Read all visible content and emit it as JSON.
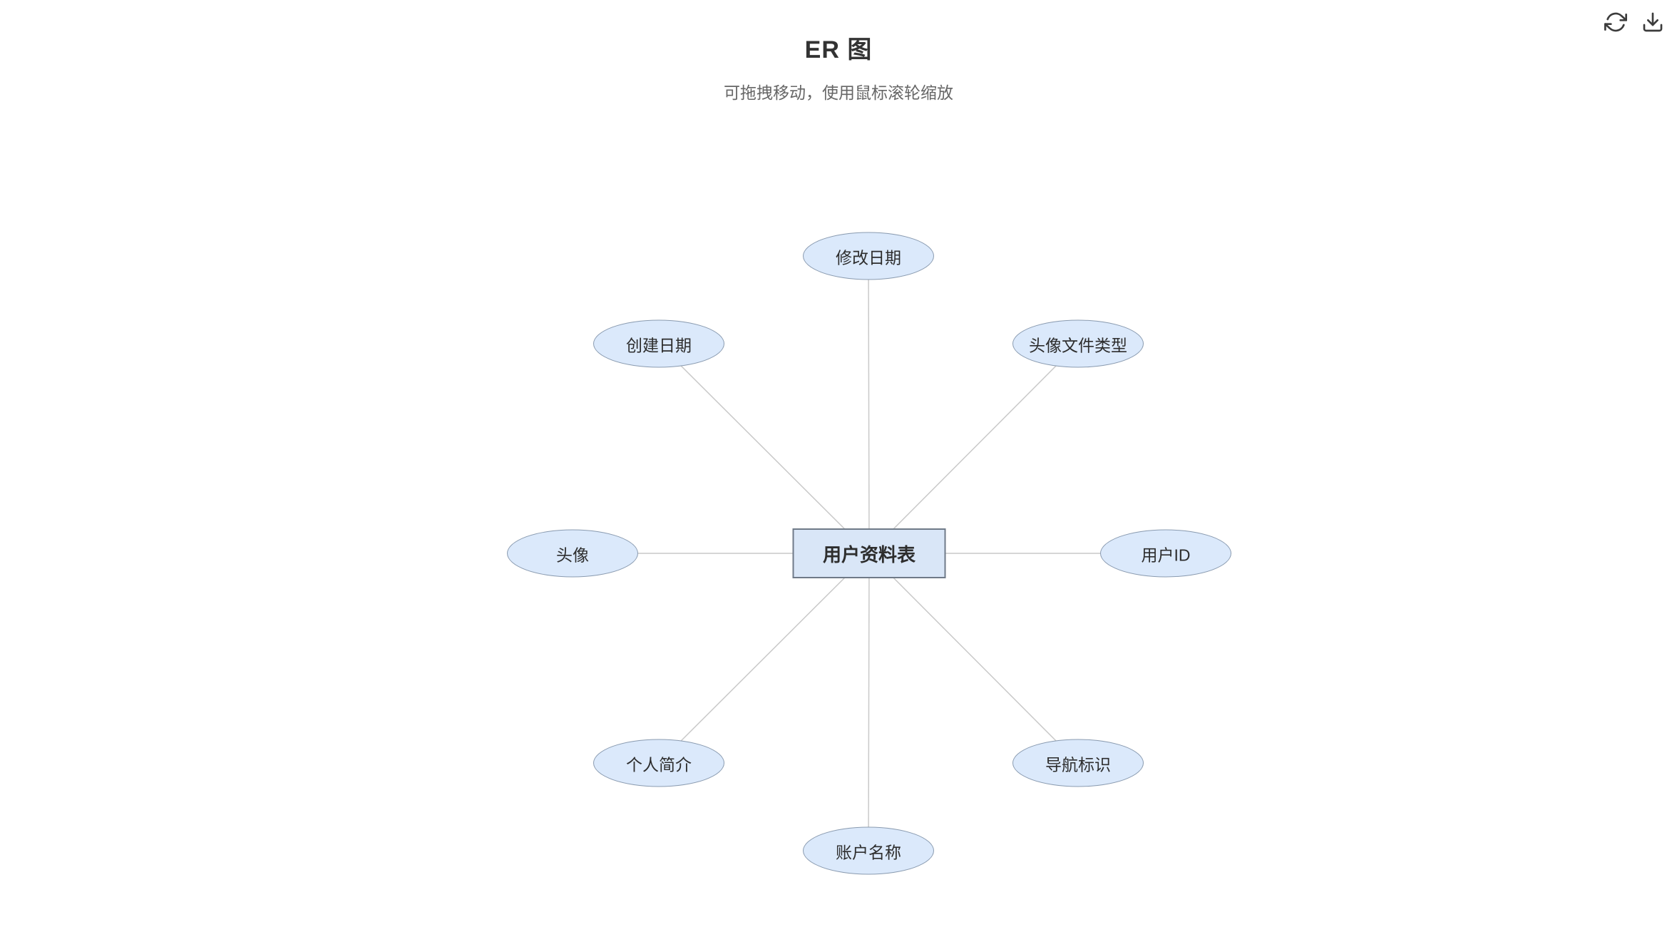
{
  "header": {
    "title": "ER 图",
    "subtitle": "可拖拽移动，使用鼠标滚轮缩放"
  },
  "toolbar": {
    "refresh_icon": "refresh-icon",
    "download_icon": "download-icon"
  },
  "diagram": {
    "entity": {
      "label": "用户资料表"
    },
    "attributes": [
      {
        "id": "modified-date",
        "label": "修改日期"
      },
      {
        "id": "avatar-file-type",
        "label": "头像文件类型"
      },
      {
        "id": "user-id",
        "label": "用户ID"
      },
      {
        "id": "nav-id",
        "label": "导航标识"
      },
      {
        "id": "account-name",
        "label": "账户名称"
      },
      {
        "id": "bio",
        "label": "个人简介"
      },
      {
        "id": "avatar",
        "label": "头像"
      },
      {
        "id": "create-date",
        "label": "创建日期"
      }
    ],
    "colors": {
      "node_fill": "#dbe9fb",
      "node_stroke": "#8a9bb0",
      "entity_fill": "#d9e6f7",
      "entity_stroke": "#6f7a88",
      "line": "#c9c9c9"
    }
  }
}
